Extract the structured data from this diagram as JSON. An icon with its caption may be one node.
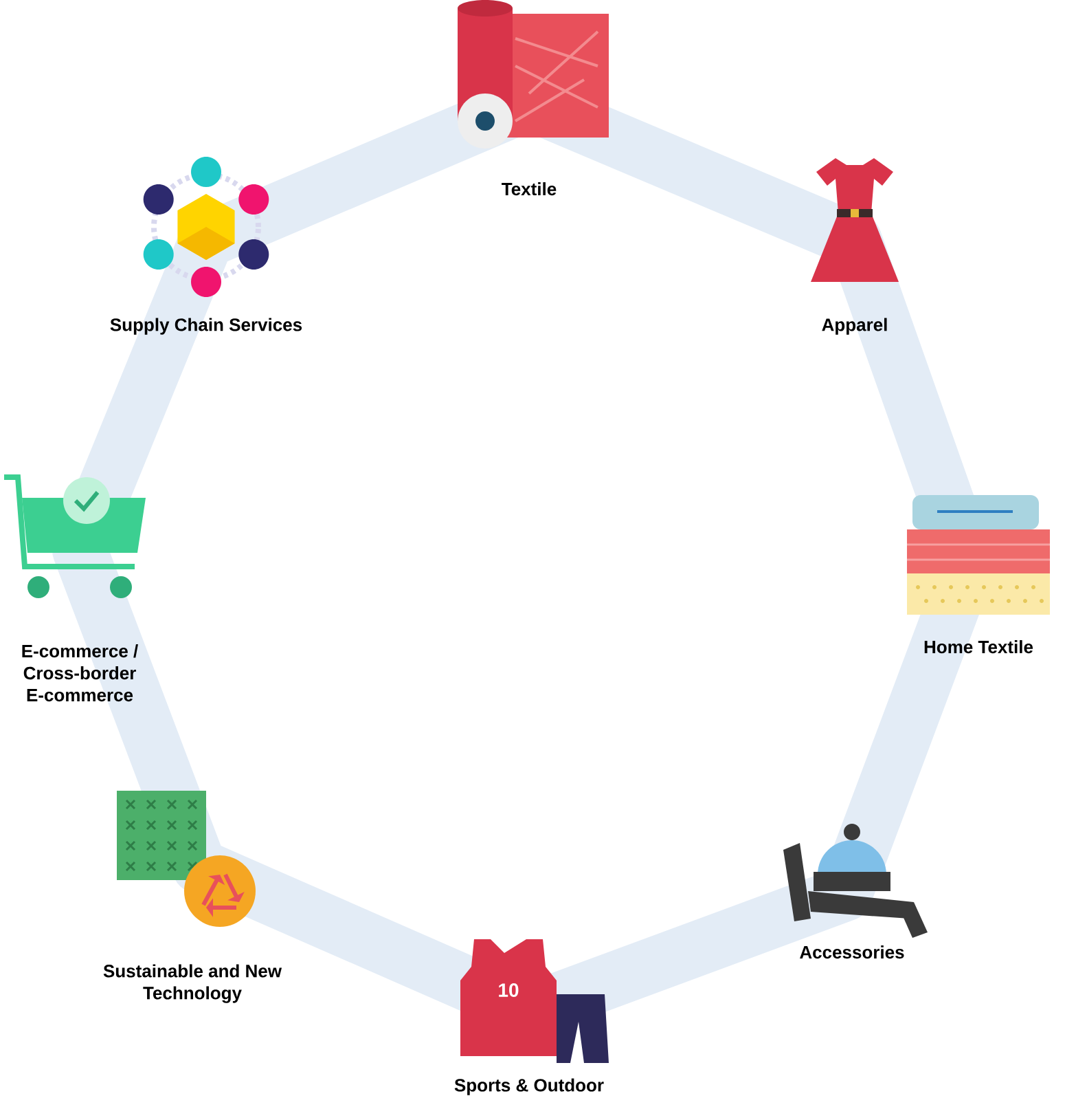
{
  "diagram": {
    "nodes": [
      {
        "text": [
          "Textile"
        ]
      },
      {
        "text": [
          "Apparel"
        ]
      },
      {
        "text": [
          "Home Textile"
        ]
      },
      {
        "text": [
          "Accessories"
        ]
      },
      {
        "text": [
          "Sports & Outdoor"
        ]
      },
      {
        "text": [
          "Sustainable and New Technology"
        ]
      },
      {
        "text": [
          "E-commerce / Cross-border E-commerce"
        ]
      },
      {
        "text": [
          "Supply Chain Services"
        ]
      }
    ],
    "labels": [
      "10"
    ]
  }
}
